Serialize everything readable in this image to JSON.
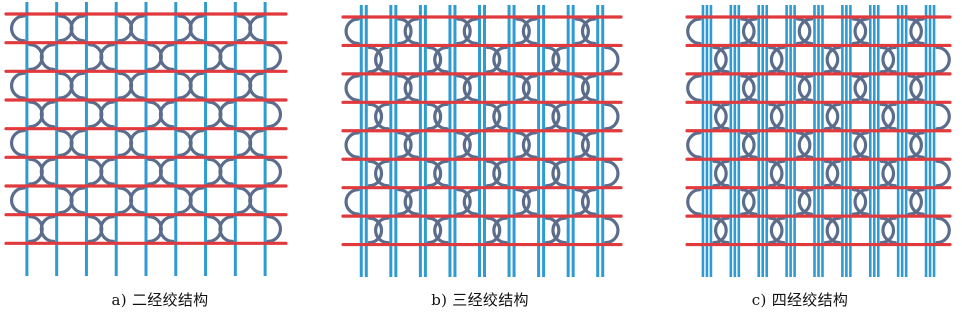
{
  "colors": {
    "warp": "#2f9bd0",
    "weft": "#e03a3e",
    "loop": "#5b6d8c",
    "background": "#ffffff"
  },
  "panels": [
    {
      "id": "a",
      "caption": "a) 二经绞结构",
      "warp_ends_per_group": 2,
      "groups": 9,
      "weft_rows": 9
    },
    {
      "id": "b",
      "caption": "b) 三经绞结构",
      "warp_ends_per_group": 3,
      "groups": 9,
      "weft_rows": 9
    },
    {
      "id": "c",
      "caption": "c) 四经绞结构",
      "warp_ends_per_group": 4,
      "groups": 9,
      "weft_rows": 9
    }
  ]
}
